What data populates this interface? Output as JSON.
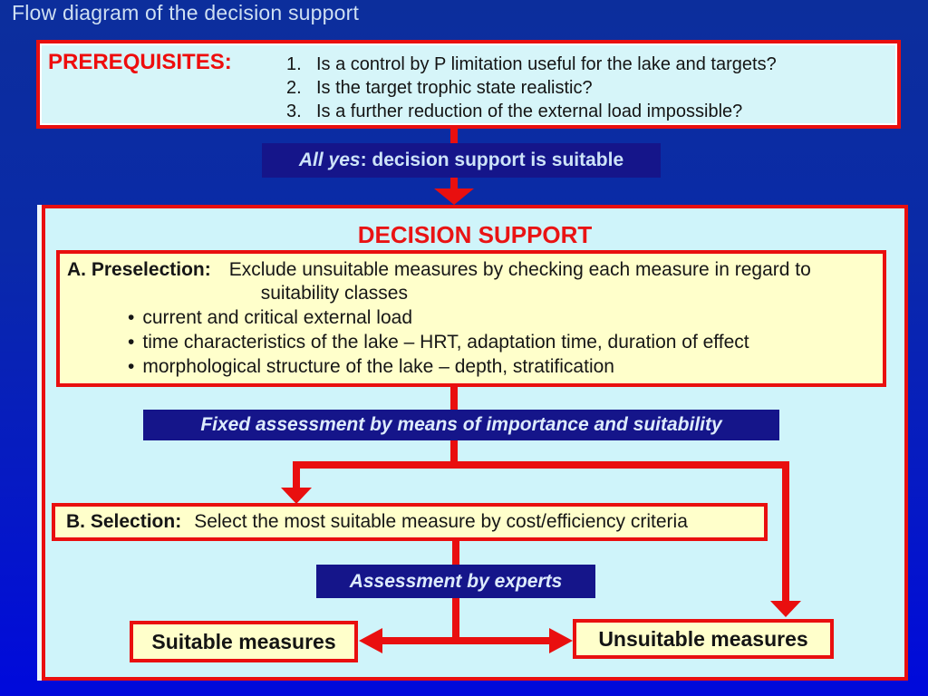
{
  "slide": {
    "title": "Flow diagram of the decision support"
  },
  "prerequisites": {
    "label": "PREREQUISITES:",
    "items": [
      {
        "num": "1.",
        "text": "Is a control by P limitation useful for the lake and targets?"
      },
      {
        "num": "2.",
        "text": "Is the target trophic state realistic?"
      },
      {
        "num": "3.",
        "text": "Is a further reduction of the external load impossible?"
      }
    ]
  },
  "all_yes": {
    "emphasis": "All yes",
    "suffix": ": decision support is suitable"
  },
  "decision_support": {
    "title": "DECISION SUPPORT",
    "preselection": {
      "label": "A. Preselection:",
      "desc_line1": "Exclude unsuitable measures by checking each measure in regard to",
      "desc_line2": "suitability classes",
      "bullet_char": "•",
      "bullets": [
        "current and critical external load",
        "time characteristics of the lake – HRT, adaptation time, duration of effect",
        "morphological structure of the lake – depth, stratification"
      ]
    },
    "fixed_assessment": "Fixed assessment by means of importance and suitability",
    "selection": {
      "label": "B. Selection:",
      "text": "Select the most suitable measure by cost/efficiency criteria"
    },
    "expert_assessment": "Assessment by experts",
    "suitable_label": "Suitable measures",
    "unsuitable_label": "Unsuitable measures"
  },
  "colors": {
    "red": "#e90f0f",
    "navy": "#15158a",
    "cream": "#ffffcb",
    "light_cyan": "#d6f5f9",
    "slide_top": "#0c2e9c",
    "slide_bottom": "#0009dc",
    "light_text": "#cde3f8"
  }
}
